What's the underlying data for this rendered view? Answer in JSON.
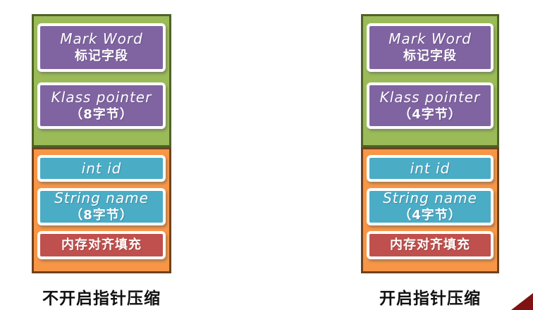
{
  "colors": {
    "header_bg": "#9bbb59",
    "header_border": "#4f6228",
    "purple_cell": "#8064a2",
    "body_bg": "#f79646",
    "body_border": "#6e4220",
    "teal_cell": "#4bacc6",
    "red_cell": "#c0504d",
    "caption_text": "#111111",
    "corner_triangle": "#7f1312"
  },
  "diagrams": [
    {
      "caption": "不开启指针压缩",
      "header": {
        "cells": [
          {
            "line1": "Mark Word",
            "line2": "标记字段"
          },
          {
            "line1": "Klass pointer",
            "line2": "（8字节）"
          }
        ]
      },
      "body": {
        "cells": [
          {
            "line1": "int id"
          },
          {
            "line1": "String name",
            "line2": "（8字节）"
          },
          {
            "line1": "内存对齐填充"
          }
        ]
      }
    },
    {
      "caption": "开启指针压缩",
      "header": {
        "cells": [
          {
            "line1": "Mark Word",
            "line2": "标记字段"
          },
          {
            "line1": "Klass pointer",
            "line2": "（4字节）"
          }
        ]
      },
      "body": {
        "cells": [
          {
            "line1": "int id"
          },
          {
            "line1": "String name",
            "line2": "（4字节）"
          },
          {
            "line1": "内存对齐填充"
          }
        ]
      }
    }
  ]
}
